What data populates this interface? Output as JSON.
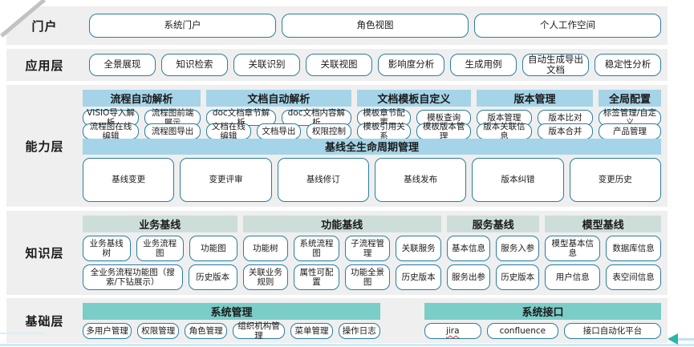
{
  "colors": {
    "row_background": "#efefef",
    "button_border": "#2b7d9d",
    "header_blue": "#a5d4e8",
    "header_gray_green": "#cdddda",
    "header_teal": "#7bcdc8",
    "bottom_line_blue": "#cfe9f6",
    "arrow_teal": "#2eb3aa",
    "spellcheck_red": "#e0312f"
  },
  "decorations": {
    "spellcheck_items": [
      "jira"
    ]
  },
  "layers": {
    "portal": {
      "label": "门户",
      "items": [
        "系统门户",
        "角色视图",
        "个人工作空间"
      ]
    },
    "application": {
      "label": "应用层",
      "items": [
        "全景展现",
        "知识检索",
        "关联识别",
        "关联视图",
        "影响度分析",
        "生成用例",
        "自动生成导出文档",
        "稳定性分析"
      ]
    },
    "capability": {
      "label": "能力层",
      "groups": [
        {
          "header": "流程自动解析",
          "flex": 149,
          "rows": [
            [
              "VISIO导入解析",
              "流程图前端展示"
            ],
            [
              "流程图在线编辑",
              "流程图导出"
            ]
          ]
        },
        {
          "header": "文档自动解析",
          "flex": 183,
          "rows": [
            [
              "doc文档章节解析",
              "doc文档内容解析"
            ],
            [
              "文档在线编辑",
              "文档导出",
              "权限控制"
            ]
          ]
        },
        {
          "header": "文档模板自定义",
          "flex": 144,
          "rows": [
            [
              "模板章节配置",
              "模板查询"
            ],
            [
              "模板引用关系",
              "模板版本管理"
            ]
          ]
        },
        {
          "header": "版本管理",
          "flex": 147,
          "rows": [
            [
              "版本管理",
              "版本比对"
            ],
            [
              "版本关联信息",
              "版本合并"
            ]
          ]
        },
        {
          "header": "全局配置",
          "flex": 79,
          "rows": [
            [
              "标签管理/自定义"
            ],
            [
              "产品管理"
            ]
          ]
        }
      ],
      "baseline": {
        "header": "基线全生命周期管理",
        "items": [
          "基线变更",
          "变更评审",
          "基线修订",
          "基线发布",
          "版本纠错",
          "变更历史"
        ]
      }
    },
    "knowledge": {
      "label": "知识层",
      "groups": [
        {
          "header": "业务基线",
          "flex": 197,
          "rows": [
            [
              "业务基线树",
              "业务流程图",
              "功能图"
            ],
            [
              {
                "label": "全业务流程功能图（搜索/下钻展示）",
                "flex": 2.2
              },
              "历史版本"
            ]
          ]
        },
        {
          "header": "功能基线",
          "flex": 253,
          "rows": [
            [
              "功能树",
              "系统流程图",
              "子流程管理",
              "关联服务"
            ],
            [
              "关联业务规则",
              "属性可配置",
              "功能全景图",
              "历史版本"
            ]
          ]
        },
        {
          "header": "服务基线",
          "flex": 118,
          "rows": [
            [
              "基本信息",
              "服务入参"
            ],
            [
              "服务出参",
              "历史版本"
            ]
          ]
        },
        {
          "header": "模型基线",
          "flex": 148,
          "rows": [
            [
              "模型基本信息",
              "数据库信息"
            ],
            [
              "用户信息",
              "表空间信息"
            ]
          ]
        }
      ]
    },
    "base": {
      "label": "基础层",
      "groups": [
        {
          "header": "系统管理",
          "flex": 372,
          "rows": [
            [
              {
                "label": "多用户管理",
                "flex": 1.2
              },
              "权限管理",
              "角色管理",
              {
                "label": "组织机构管理",
                "flex": 1.3
              },
              "菜单管理",
              "操作日志"
            ]
          ]
        },
        {
          "header": "系统接口",
          "flex": 296,
          "rows": [
            [
              "jira",
              {
                "label": "confluence",
                "flex": 1.3
              },
              {
                "label": "接口自动化平台",
                "flex": 1.8
              }
            ]
          ]
        }
      ]
    }
  }
}
